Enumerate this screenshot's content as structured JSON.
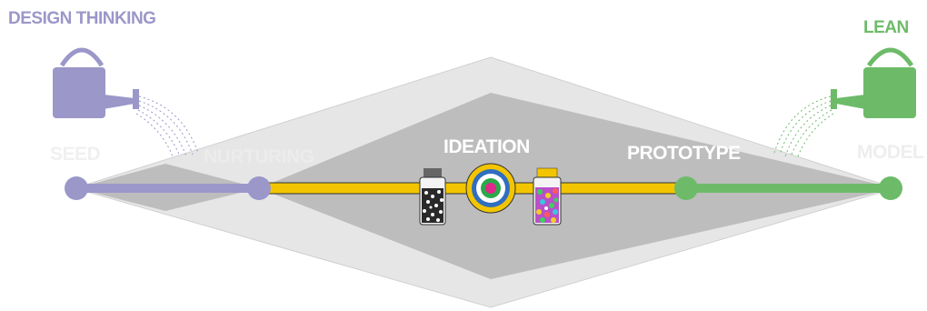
{
  "titles": {
    "left": "DESIGN THINKING",
    "right": "LEAN"
  },
  "stages": {
    "seed": "SEED",
    "nurturing": "NURTURING",
    "ideation": "IDEATION",
    "prototype": "PROTOTYPE",
    "model": "MODEL"
  },
  "icons": {
    "left_can": "watering-can-icon",
    "right_can": "watering-can-icon",
    "target": "target-icon",
    "jar_left": "seed-jar-icon",
    "jar_right": "colorful-jar-icon"
  },
  "colors": {
    "design_thinking": "#9b97c9",
    "lean": "#6dbb69",
    "bridge": "#f2c500",
    "outer_diamond": "#e6e6e6",
    "inner_diamond": "#bdbdbd"
  }
}
